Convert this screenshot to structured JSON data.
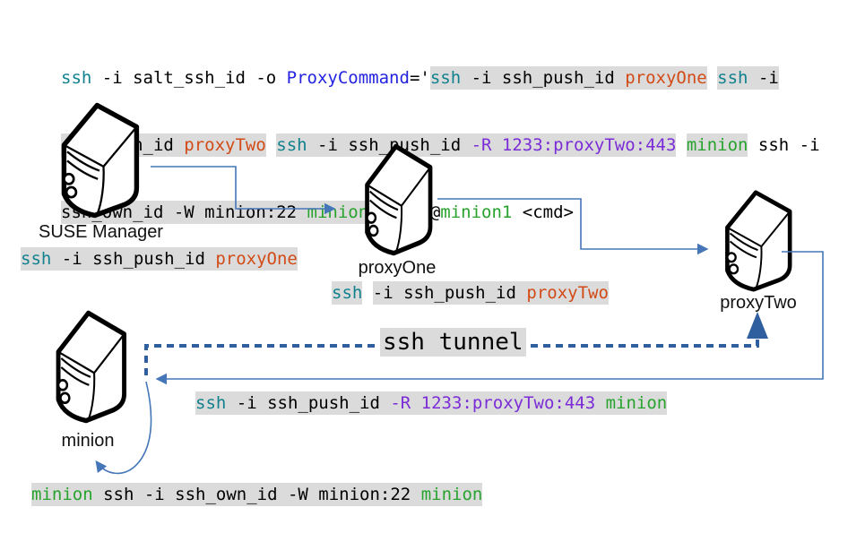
{
  "palette": {
    "code_plain": "#000000",
    "code_teal": "#12818e",
    "code_blue": "#2323e0",
    "code_orange": "#d24b17",
    "code_purple": "#7b2cd6",
    "code_green": "#27a32d",
    "highlight_bg": "#dbdbdb",
    "arrow_blue": "#4576b8",
    "tunnel_blue": "#2f5f9e"
  },
  "top_command": {
    "lines": [
      [
        {
          "t": "ssh",
          "c": "teal",
          "b": false
        },
        {
          "t": " -i salt_ssh_id -o ",
          "c": "plain",
          "b": false
        },
        {
          "t": "ProxyCommand",
          "c": "blue",
          "b": false
        },
        {
          "t": "='",
          "c": "plain",
          "b": false
        },
        {
          "t": "ssh",
          "c": "teal",
          "b": true
        },
        {
          "t": " -i ssh_push_id ",
          "c": "plain",
          "b": true
        },
        {
          "t": "proxyOne",
          "c": "orange",
          "b": true
        },
        {
          "t": " ",
          "c": "plain",
          "b": false
        },
        {
          "t": "ssh",
          "c": "teal",
          "b": true
        },
        {
          "t": " -i",
          "c": "plain",
          "b": true
        }
      ],
      [
        {
          "t": "ssh_push_id ",
          "c": "plain",
          "b": true
        },
        {
          "t": "proxyTwo",
          "c": "orange",
          "b": true
        },
        {
          "t": " ",
          "c": "plain",
          "b": false
        },
        {
          "t": "ssh",
          "c": "teal",
          "b": true
        },
        {
          "t": " -i ssh_push_id ",
          "c": "plain",
          "b": true
        },
        {
          "t": "-R 1233:proxyTwo:443",
          "c": "purple",
          "b": true
        },
        {
          "t": " ",
          "c": "plain",
          "b": false
        },
        {
          "t": "minion",
          "c": "green",
          "b": true
        },
        {
          "t": " ssh -i",
          "c": "plain",
          "b": false
        }
      ],
      [
        {
          "t": "ssh_own_id -W minion:22 ",
          "c": "plain",
          "b": true
        },
        {
          "t": "minion",
          "c": "green",
          "b": true
        },
        {
          "t": "' root@",
          "c": "plain",
          "b": false
        },
        {
          "t": "minion1",
          "c": "green",
          "b": false
        },
        {
          "t": " <cmd>",
          "c": "plain",
          "b": false
        }
      ]
    ]
  },
  "commands": {
    "suse": [
      {
        "t": "ssh",
        "c": "teal",
        "b": true
      },
      {
        "t": " -i ssh_push_id ",
        "c": "plain",
        "b": true
      },
      {
        "t": "proxyOne",
        "c": "orange",
        "b": true
      }
    ],
    "proxyone": [
      {
        "t": "ssh",
        "c": "teal",
        "b": true
      },
      {
        "t": " ",
        "c": "plain",
        "b": false
      },
      {
        "t": "-i ssh_push_id ",
        "c": "plain",
        "b": true
      },
      {
        "t": "proxyTwo",
        "c": "orange",
        "b": true
      }
    ],
    "reverse": [
      {
        "t": "ssh",
        "c": "teal",
        "b": true
      },
      {
        "t": " -i ssh_push_id ",
        "c": "plain",
        "b": true
      },
      {
        "t": "-R 1233:proxyTwo:443",
        "c": "purple",
        "b": true
      },
      {
        "t": " ",
        "c": "plain",
        "b": true
      },
      {
        "t": "minion",
        "c": "green",
        "b": true
      }
    ],
    "loopback": [
      {
        "t": "minion",
        "c": "green",
        "b": true
      },
      {
        "t": " ssh -i ssh_own_id -W minion:22 ",
        "c": "plain",
        "b": true
      },
      {
        "t": "minion",
        "c": "green",
        "b": true
      }
    ]
  },
  "labels": {
    "suse": "SUSE Manager",
    "proxyone": "proxyOne",
    "proxytwo": "proxyTwo",
    "minion": "minion",
    "tunnel": "ssh tunnel"
  }
}
